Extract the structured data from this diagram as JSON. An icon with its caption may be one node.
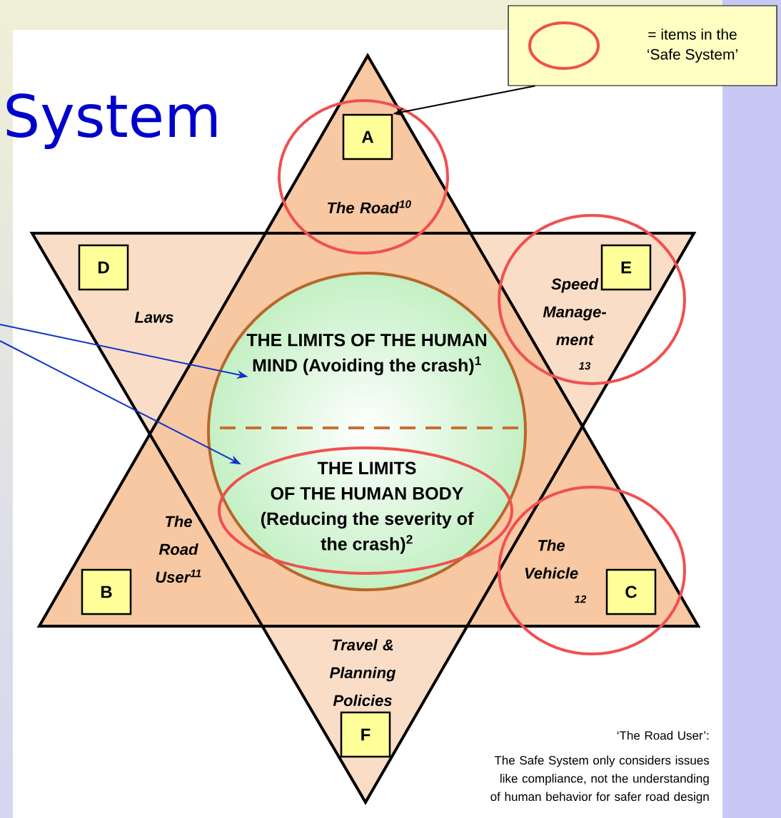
{
  "diagram": {
    "title": "System",
    "nodes": [
      {
        "text": [
          "= items in the ‘Safe System’"
        ]
      },
      {
        "text": [
          "THE LIMITS OF THE HUMAN MIND (Avoiding the crash)$^{1}$"
        ]
      },
      {
        "text": [
          "THE LIMITS OF THE HUMAN BODY (Reducing the severity of  the crash)$^{2}$"
        ]
      },
      {
        "text": [
          "A"
        ],
        "beside": [
          "The Road$^{10}$"
        ]
      },
      {
        "text": [
          "D"
        ],
        "beside": [
          "Laws"
        ]
      },
      {
        "text": [
          "E"
        ],
        "beside": [
          "Speed Manage- ment",
          "13"
        ]
      },
      {
        "text": [
          "B"
        ],
        "beside": [
          "The Road User$^{11}$"
        ]
      },
      {
        "text": [
          "C"
        ],
        "beside": [
          "The Vehicle",
          "12"
        ]
      },
      {
        "text": [
          "F"
        ],
        "beside": [
          "Travel & Planning Policies"
        ]
      }
    ],
    "edges": [
      {
        "from": 0,
        "to": 3,
        "arrow": "to",
        "color": "#000000"
      },
      {
        "from": null,
        "to": 1,
        "arrow": "to",
        "color": "#1034c8"
      },
      {
        "from": null,
        "to": 2,
        "arrow": "to",
        "color": "#1034c8"
      }
    ],
    "labels": [
      "‘The Road User’:",
      "The Safe System only considers issues like compliance, not the understanding of human behavior for safer road design"
    ]
  }
}
